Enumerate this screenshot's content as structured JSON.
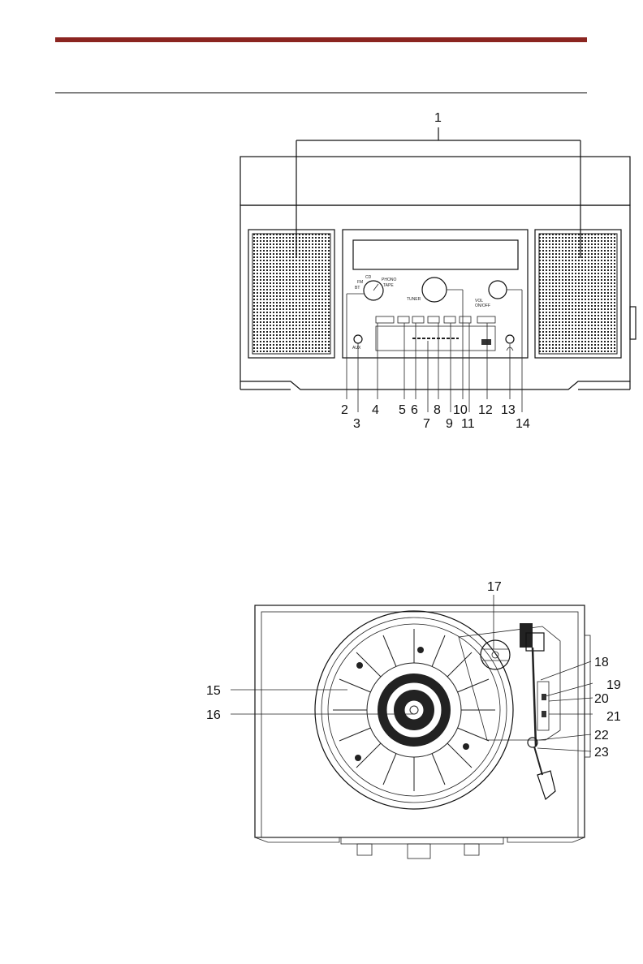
{
  "header": {
    "rule_color": "#8b2520"
  },
  "front_view": {
    "callouts": [
      "1",
      "2",
      "3",
      "4",
      "5",
      "6",
      "7",
      "8",
      "9",
      "10",
      "11",
      "12",
      "13",
      "14"
    ],
    "panel_labels": {
      "fm": "FM",
      "cd": "CD",
      "bt": "BT",
      "phono": "PHONO",
      "aux": "AUX",
      "tape": "TAPE",
      "tuner": "TUNER",
      "vol": "VOL",
      "on_off": "ON/OFF"
    }
  },
  "top_view": {
    "callouts": [
      "15",
      "16",
      "17",
      "18",
      "19",
      "20",
      "21",
      "22",
      "23"
    ]
  }
}
